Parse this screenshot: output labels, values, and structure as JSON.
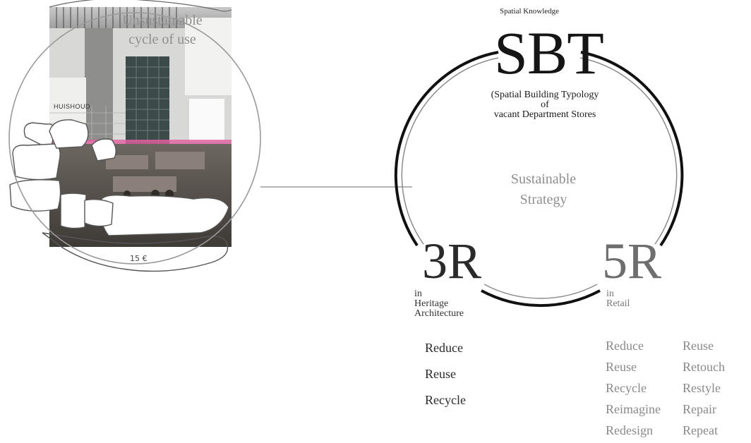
{
  "left_label": "Unsustainable cycle of use",
  "photo_sign_text": "HUISHOUD",
  "price_tag": "15 €",
  "top_label": "Spatial Knowledge",
  "sbt": {
    "acronym": "SBT",
    "desc_line1": "(Spatial Building Typology",
    "desc_line2": "of",
    "desc_line3": "vacant Department Stores"
  },
  "center_label": "Sustainable Strategy",
  "three_r": {
    "title": "3R",
    "sub_line1": "in",
    "sub_line2": "Heritage",
    "sub_line3": "Architecture",
    "items": [
      "Reduce",
      "Reuse",
      "Recycle"
    ]
  },
  "five_r": {
    "title": "5R",
    "sub_line1": "in",
    "sub_line2": "Retail",
    "items_col1": [
      "Reduce",
      "Reuse",
      "Recycle",
      "Reimagine",
      "Redesign"
    ],
    "items_col2": [
      "Reuse",
      "Retouch",
      "Restyle",
      "Repair",
      "Repeat"
    ]
  },
  "colors": {
    "ring_dark": "#111111",
    "ring_light": "#8c8c8c",
    "connector": "#9a9a9a",
    "highlight_pink": "#e25fa0"
  }
}
